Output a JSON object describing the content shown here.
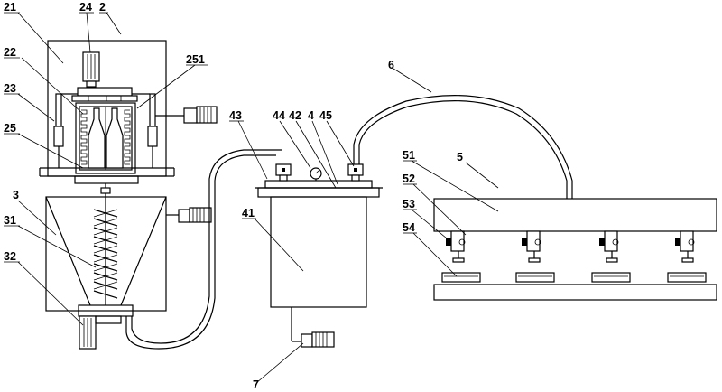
{
  "labels": {
    "l2": "2",
    "l21": "21",
    "l22": "22",
    "l23": "23",
    "l24": "24",
    "l25": "25",
    "l251": "251",
    "l3": "3",
    "l31": "31",
    "l32": "32",
    "l4": "4",
    "l41": "41",
    "l42": "42",
    "l43": "43",
    "l44": "44",
    "l45": "45",
    "l5": "5",
    "l51": "51",
    "l52": "52",
    "l53": "53",
    "l54": "54",
    "l6": "6",
    "l7": "7"
  }
}
